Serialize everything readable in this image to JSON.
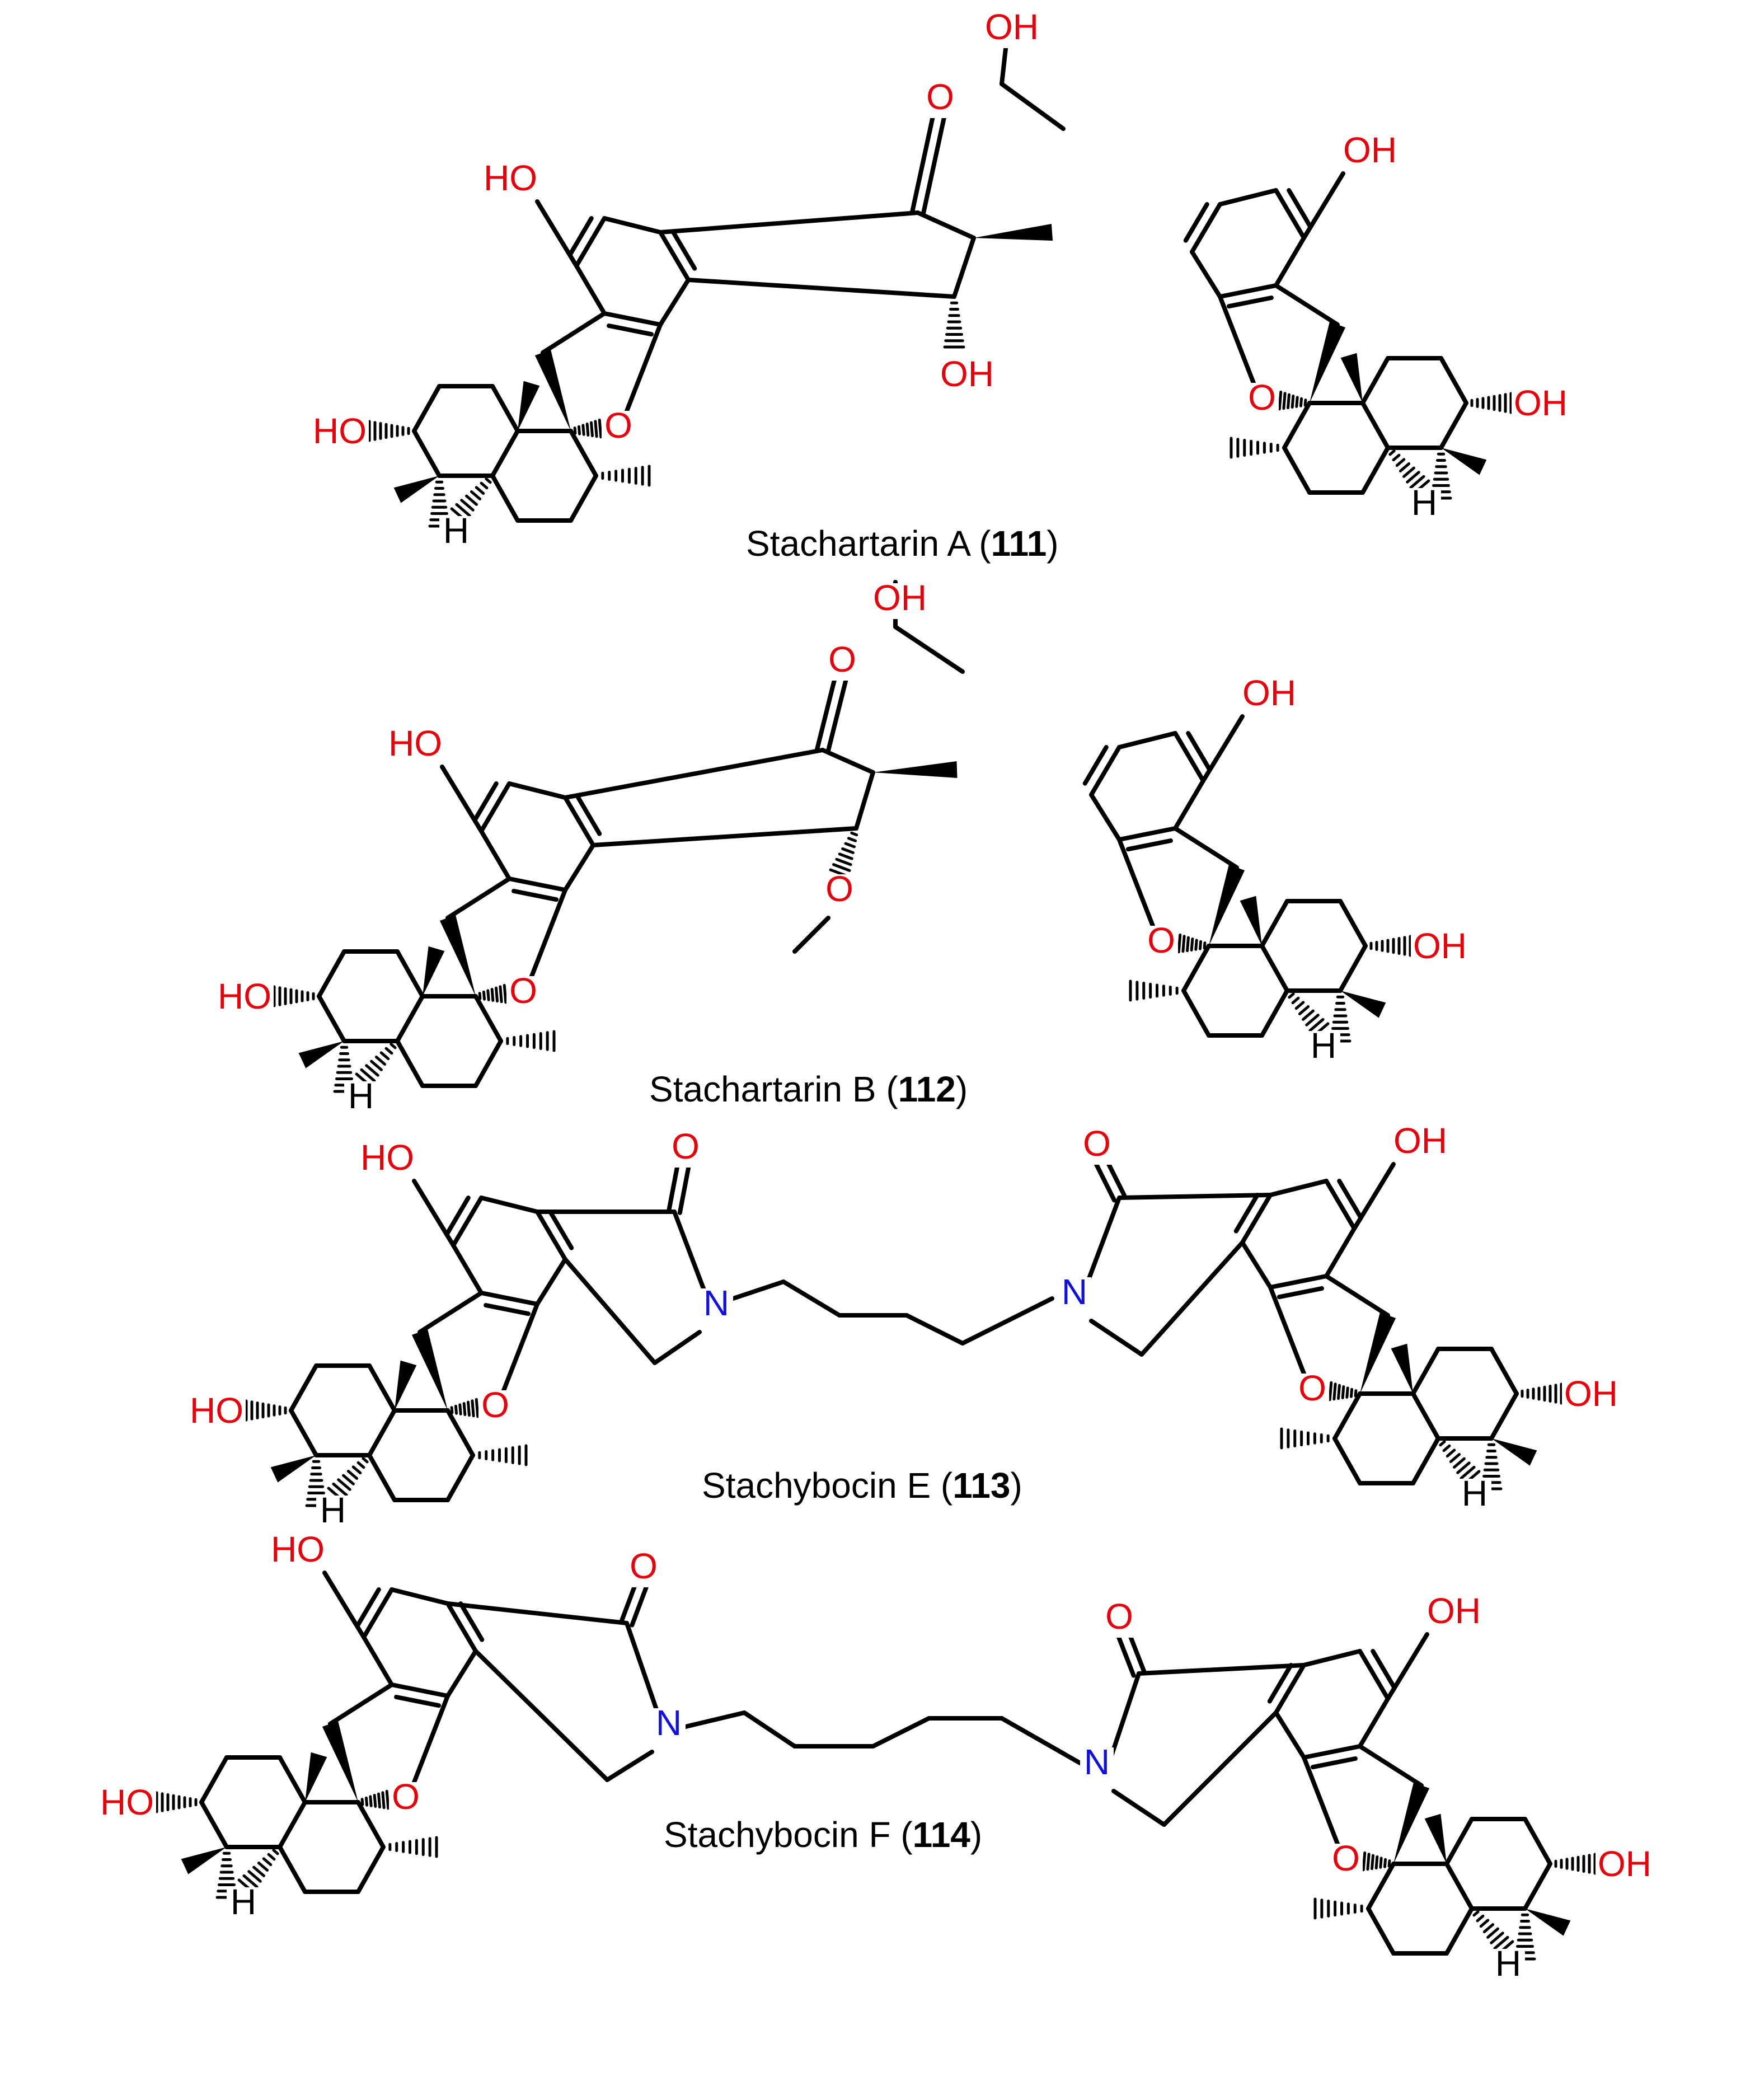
{
  "colors": {
    "bond": "#000000",
    "oxygen": "#e8000b",
    "nitrogen": "#1010e0",
    "text": "#000000"
  },
  "atom_labels": {
    "OH": "OH",
    "HO": "HO",
    "O": "O",
    "N": "N",
    "H": "H"
  },
  "compounds": [
    {
      "name": "Stachartarin A",
      "number": "111"
    },
    {
      "name": "Stachartarin B",
      "number": "112"
    },
    {
      "name": "Stachybocin E",
      "number": "113"
    },
    {
      "name": "Stachybocin F",
      "number": "114"
    }
  ]
}
